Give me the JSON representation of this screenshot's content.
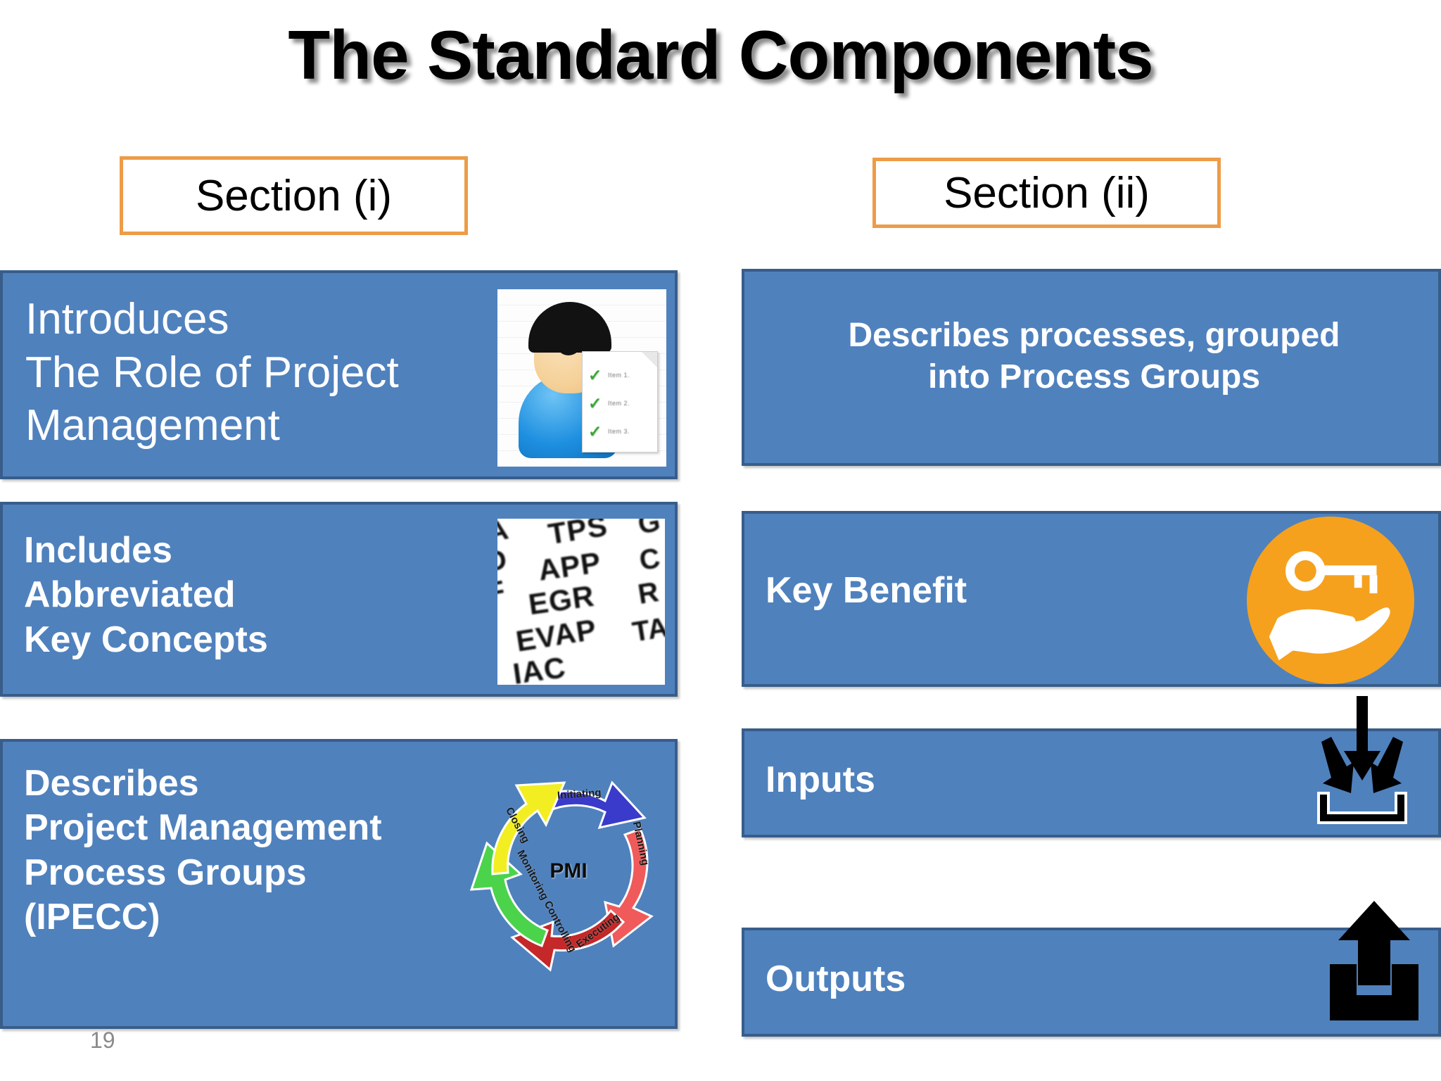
{
  "slide": {
    "title": "The Standard Components",
    "page_number": "19",
    "colors": {
      "box_fill": "#4F81BD",
      "box_border": "#385D8A",
      "pill_border": "#ED9C47",
      "key_circle": "#F5A11E",
      "title_text": "#000000",
      "box_text": "#FFFFFF",
      "page_number_text": "#8A8A8A"
    }
  },
  "sections": {
    "left": {
      "label": "Section (i)"
    },
    "right": {
      "label": "Section (ii)"
    }
  },
  "left_column": {
    "boxes": [
      {
        "id": "introduces",
        "text": "Introduces\n The Role of Project\nManagement",
        "icon": "person-with-checklist-icon"
      },
      {
        "id": "includes",
        "text": "Includes\n Abbreviated\nKey Concepts",
        "icon": "abbreviations-photo-icon"
      },
      {
        "id": "describes",
        "text": "Describes\nProject Management\nProcess Groups\n(IPECC)",
        "icon": "pmi-process-wheel-icon"
      }
    ]
  },
  "right_column": {
    "boxes": [
      {
        "id": "describes-processes",
        "text": "Describes processes, grouped\ninto Process Groups",
        "icon": ""
      },
      {
        "id": "key-benefit",
        "text": "Key Benefit",
        "icon": "key-in-hand-icon"
      },
      {
        "id": "inputs",
        "text": "Inputs",
        "icon": "arrows-into-tray-icon"
      },
      {
        "id": "outputs",
        "text": "Outputs",
        "icon": "arrow-out-of-tray-icon"
      }
    ]
  },
  "person_checklist": {
    "items": [
      "Item 1.",
      "Item 2.",
      "Item 3."
    ]
  },
  "abbreviations_image": {
    "words": [
      "TPS",
      "APP",
      "EGR",
      "EVAP",
      "IAC",
      "A",
      "D",
      "F",
      "C",
      "R",
      "D",
      "TA",
      "G"
    ]
  },
  "pmi_wheel": {
    "center_label": "PMI",
    "segments": [
      {
        "label": "Initiating",
        "color": "#3A3ACB"
      },
      {
        "label": "Planning",
        "color": "#F05A5A"
      },
      {
        "label": "Executing",
        "color": "#C42828"
      },
      {
        "label": "Monitoring Controlling",
        "color": "#4BD34B"
      },
      {
        "label": "Closing",
        "color": "#F2EE22"
      }
    ]
  }
}
